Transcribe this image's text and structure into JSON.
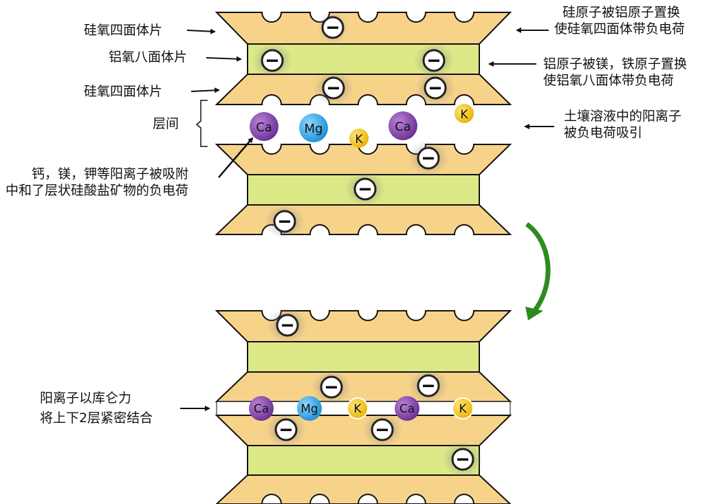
{
  "labels": {
    "tetra_top": "硅氧四面体片",
    "octa": "铝氧八面体片",
    "tetra_bottom": "硅氧四面体片",
    "interlayer": "层间",
    "adsorb_line1": "钙，镁，钾等阳离子被吸附",
    "adsorb_line2": "中和了层状硅酸盐矿物的负电荷",
    "si_sub_line1": "硅原子被铝原子置换",
    "si_sub_line2": "使硅氧四面体带负电荷",
    "al_sub_line1": "铝原子被镁，铁原子置换",
    "al_sub_line2": "使铝氧八面体带负电荷",
    "solution_line1": "土壤溶液中的阳离子",
    "solution_line2": "被负电荷吸引",
    "coulomb_line1": "阳离子以库仑力",
    "coulomb_line2": "将上下2层紧密结合"
  },
  "cations": {
    "ca": "Ca",
    "mg": "Mg",
    "k": "K"
  },
  "colors": {
    "tetra": "#f7d38a",
    "octa": "#dde887",
    "ca": "#7b3fa8",
    "mg": "#2aa4e6",
    "k": "#f4c21a",
    "arrow_green": "#2e8b1f",
    "stroke": "#111111"
  }
}
